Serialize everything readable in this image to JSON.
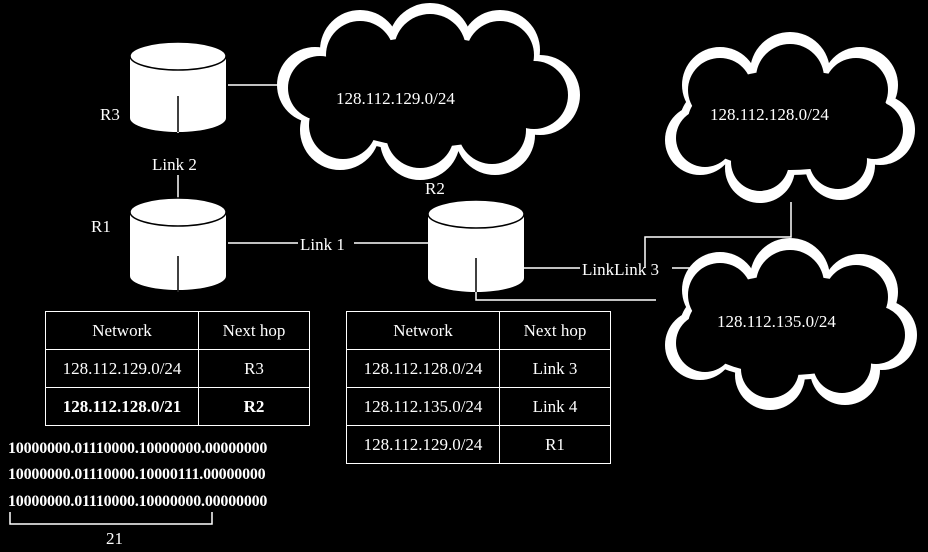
{
  "routers": {
    "r1": "R1",
    "r2": "R2",
    "r3": "R3"
  },
  "links": {
    "link1": "Link 1",
    "link2": "Link 2",
    "link3": "LinkLink 3"
  },
  "networks": {
    "top_cloud": "128.112.129.0/24",
    "right_top_cloud": "128.112.128.0/24",
    "right_bottom_cloud": "128.112.135.0/24"
  },
  "table_r1": {
    "headers": [
      "Network",
      "Next hop"
    ],
    "rows": [
      [
        "128.112.129.0/24",
        "R3"
      ],
      [
        "128.112.128.0/21",
        "R2"
      ]
    ]
  },
  "table_r2": {
    "headers": [
      "Network",
      "Next hop"
    ],
    "rows": [
      [
        "128.112.128.0/24",
        "Link 3"
      ],
      [
        "128.112.135.0/24",
        "Link 4"
      ],
      [
        "128.112.129.0/24",
        "R1"
      ]
    ]
  },
  "binary": {
    "line1": "10000000.01110000.10000000.00000000",
    "line2": "10000000.01110000.10000111.00000000",
    "line3": "10000000.01110000.10000000.00000000",
    "prefix_len": "21"
  }
}
